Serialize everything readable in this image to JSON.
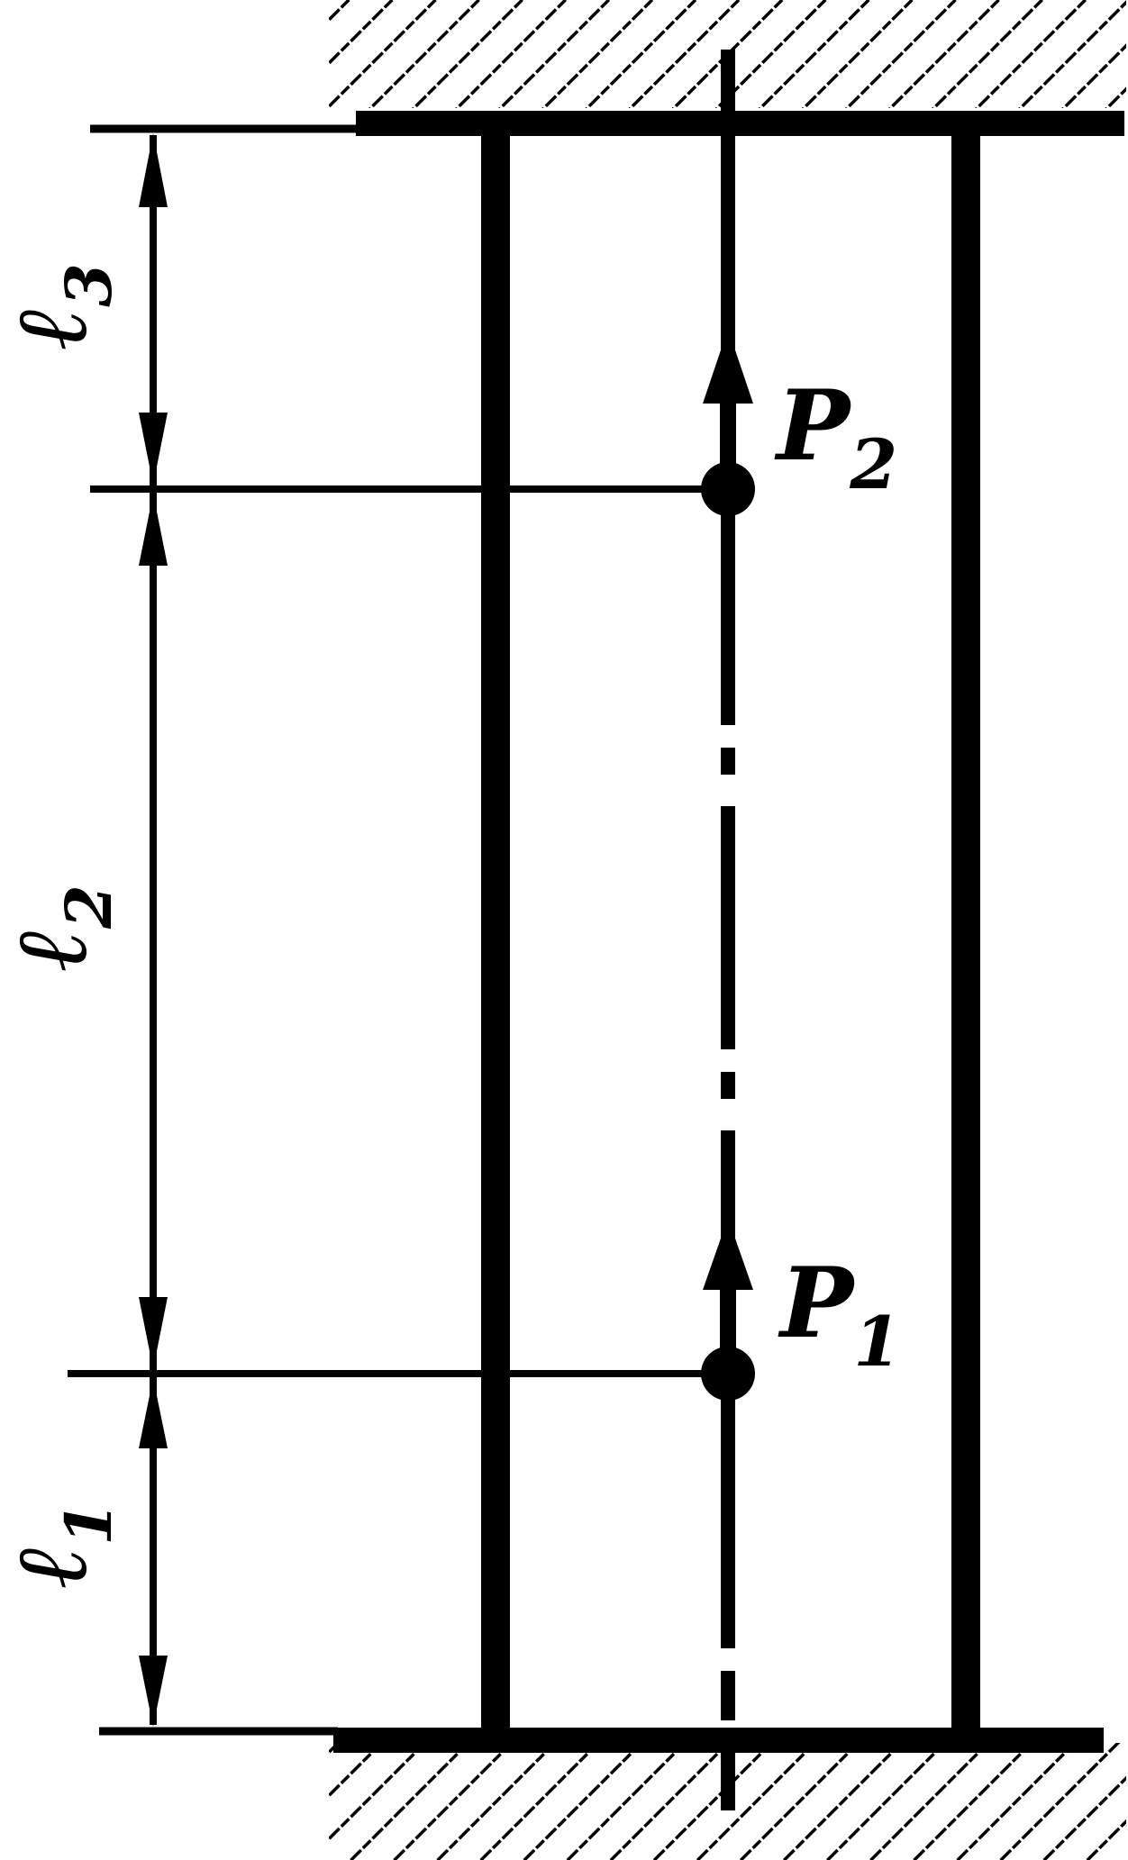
{
  "labels": {
    "p2": {
      "main": "P",
      "sub": "2"
    },
    "p1": {
      "main": "P",
      "sub": "1"
    },
    "l3": {
      "main": "ℓ",
      "sub": "3"
    },
    "l2": {
      "main": "ℓ",
      "sub": "2"
    },
    "l1": {
      "main": "ℓ",
      "sub": "1"
    }
  },
  "colors": {
    "ink": "#000000",
    "background": "#ffffff"
  }
}
